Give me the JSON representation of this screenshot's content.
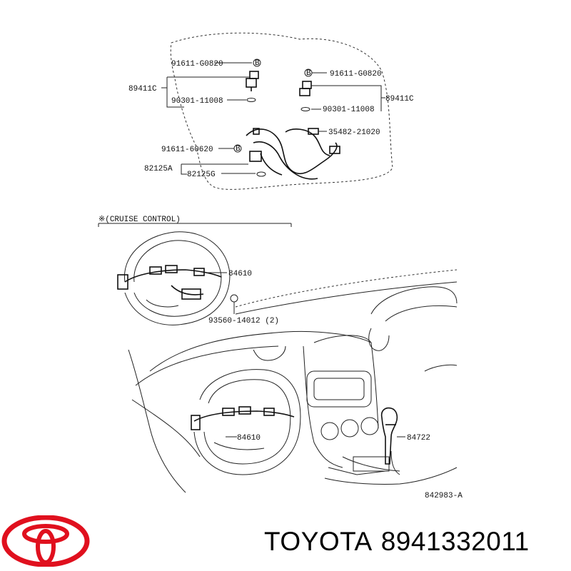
{
  "diagram": {
    "callouts": {
      "top_left_bolt": "91611-G0820",
      "top_right_bolt": "91611-G0820",
      "left_sensor": "89411C",
      "right_sensor": "89411C",
      "left_ring": "90301-11008",
      "right_ring": "90301-11008",
      "clamp": "35482-21020",
      "bolt_lower": "91611-60620",
      "harness_a": "82125A",
      "harness_g": "82125G",
      "cruise_header": "※(CRUISE CONTROL)",
      "cruise_switch_upper": "84610",
      "screw": "93560-14012 (2)",
      "cruise_switch_lower": "84610",
      "shift_switch": "84722",
      "figure_code": "842983-A"
    }
  },
  "brand": {
    "name": "TOYOTA",
    "part_number": "8941332011"
  },
  "colors": {
    "logo_red": "#e0101e",
    "ink": "#222222"
  }
}
